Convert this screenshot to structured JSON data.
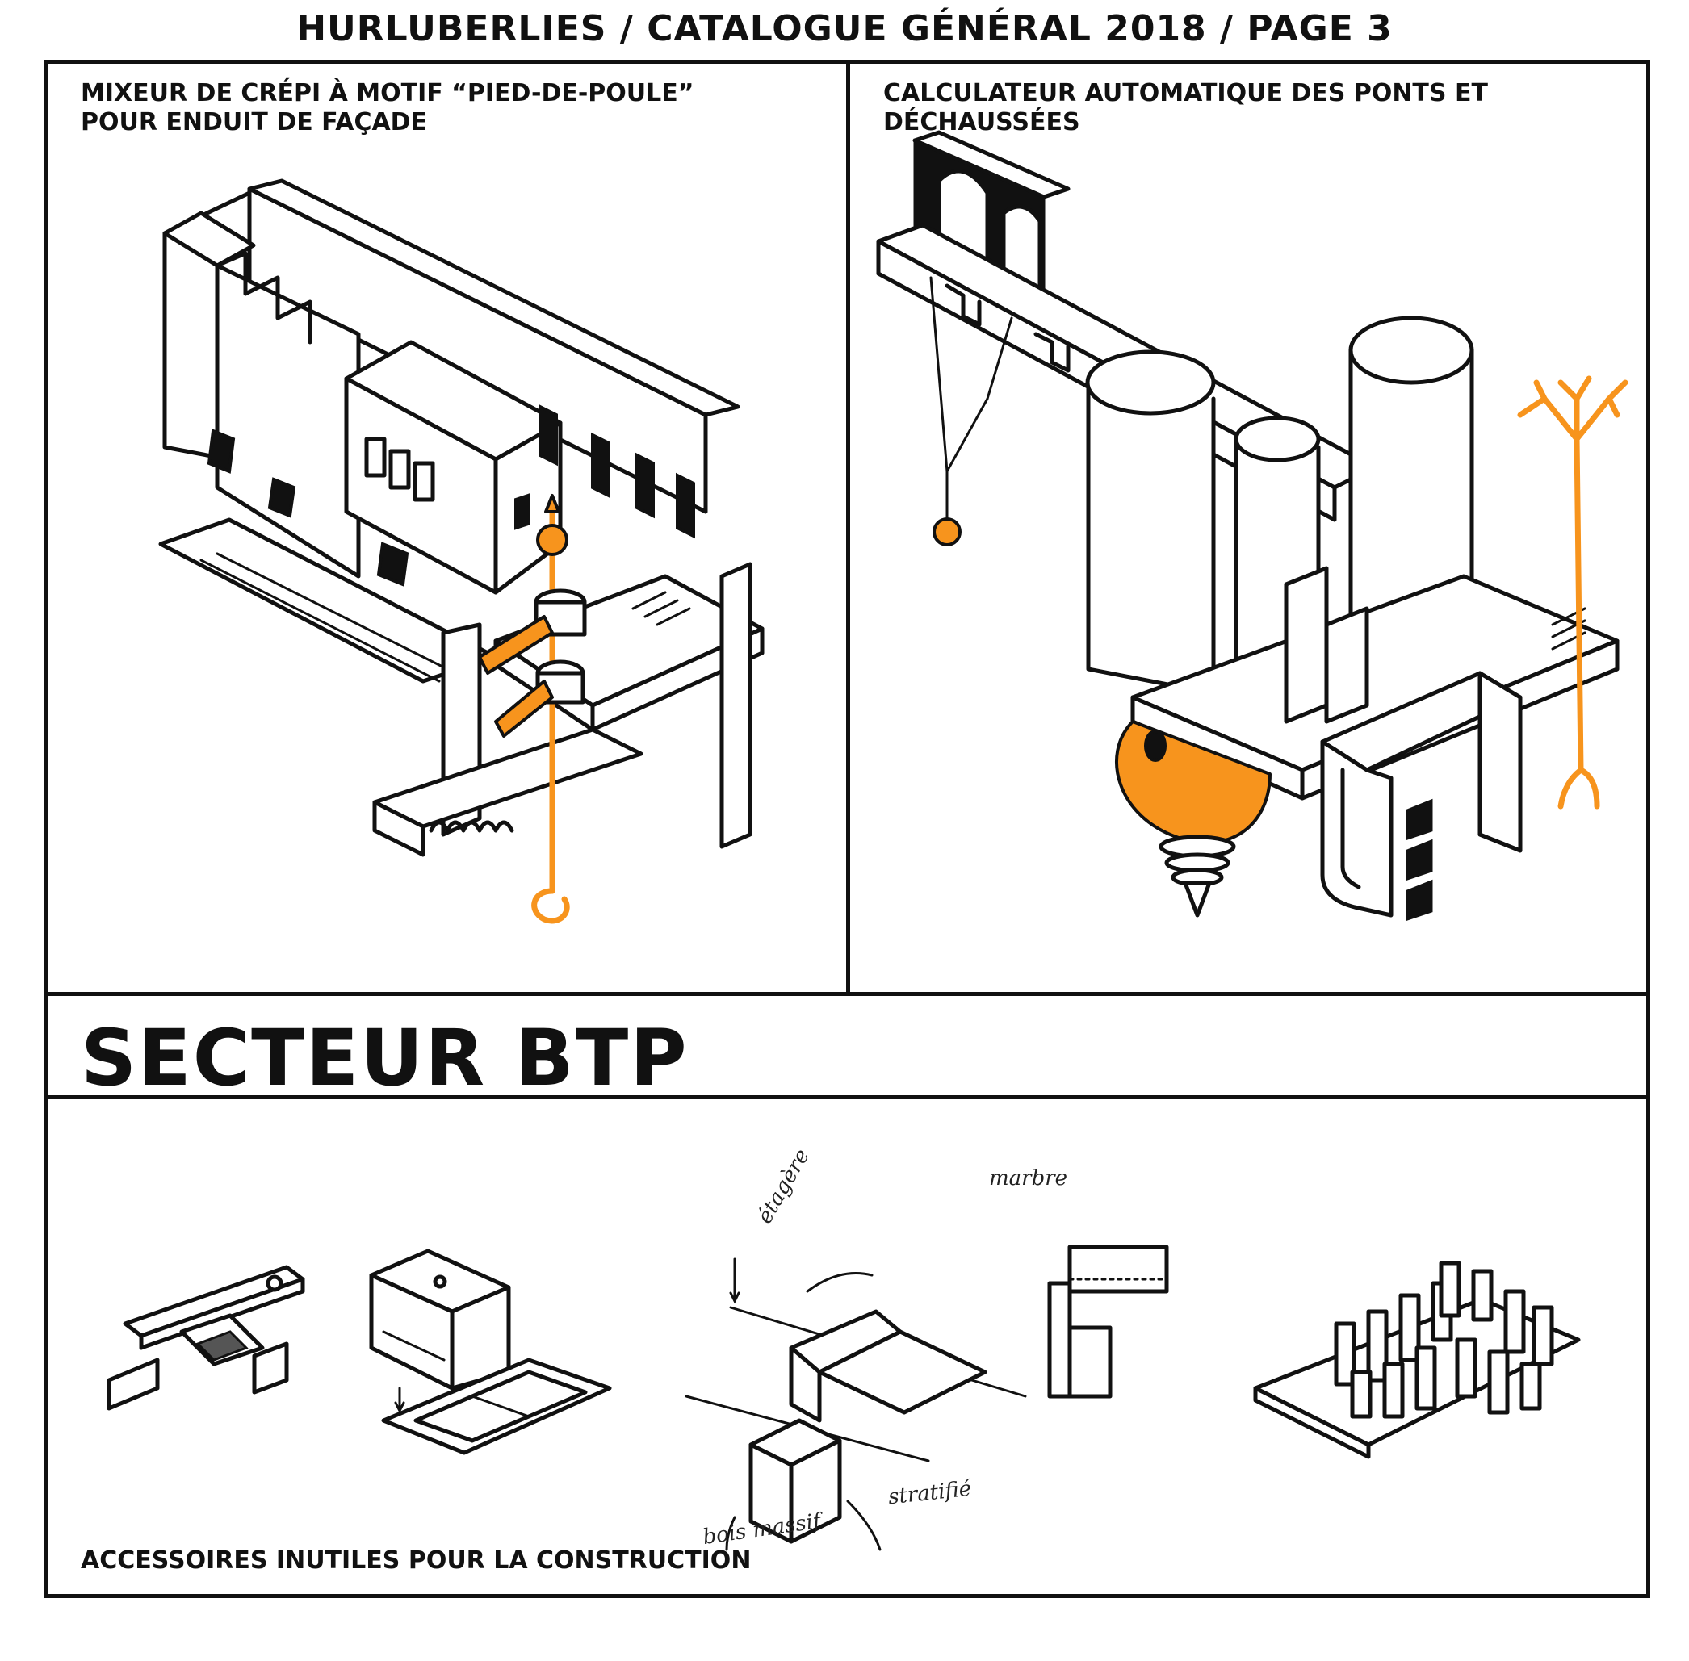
{
  "header": "HURLUBERLIES / CATALOGUE GÉNÉRAL 2018 / PAGE 3",
  "panels": {
    "left": {
      "caption_line1": "MIXEUR DE CRÉPI À MOTIF “PIED-DE-POULE”",
      "caption_line2": "POUR ENDUIT DE FAÇADE"
    },
    "right": {
      "caption": "CALCULATEUR AUTOMATIQUE DES PONTS ET DÉCHAUSSÉES"
    }
  },
  "section": {
    "title": "SECTEUR BTP"
  },
  "accessories": {
    "caption": "ACCESSOIRES INUTILES POUR LA CONSTRUCTION",
    "annotations": {
      "etagere": "étagère",
      "marbre": "marbre",
      "bois_massif": "bois massif",
      "stratifie": "stratifié"
    }
  },
  "colors": {
    "accent": "#f7941d",
    "ink": "#111111",
    "paper": "#ffffff"
  }
}
